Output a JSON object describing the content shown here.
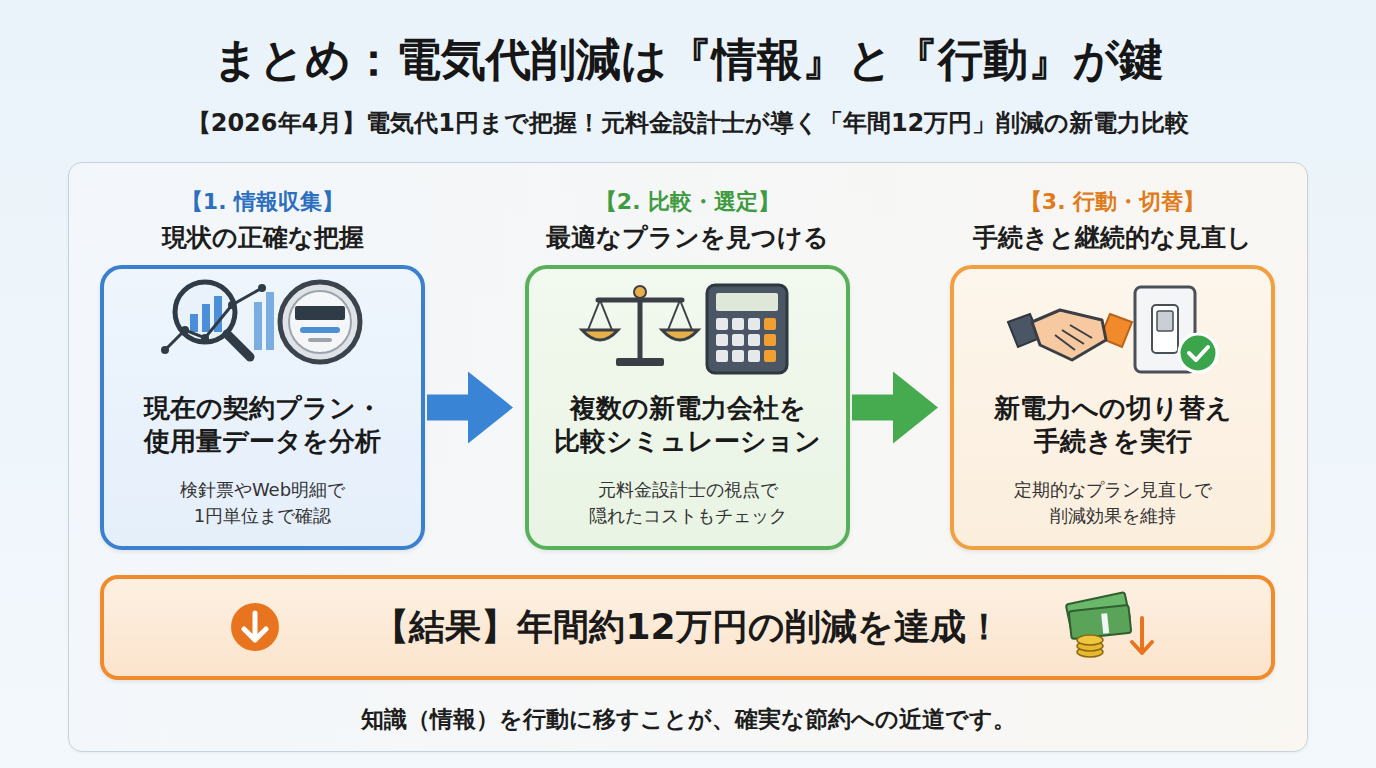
{
  "diagram": {
    "title": "まとめ：電気代削減は『情報』と『行動』が鍵",
    "nodes": [
      {
        "text": [
          "知識（情報）を行動に移すことが、確実な節約への近道です。"
        ]
      },
      {
        "text": [
          "【1. 情報収集】",
          "現状の正確な把握",
          "現在の契約プラン・ 使用量データを分析",
          "検針票やWeb明細で 1円単位まで確認"
        ],
        "in": 0
      },
      {
        "text": [
          "【2. 比較・選定】",
          "最適なプランを見つける",
          "複数の新電力会社を 比較シミュレーション",
          "元料金設計士の視点で 隠れたコストもチェック"
        ],
        "in": 0
      },
      {
        "text": [
          "【3. 行動・切替】",
          "手続きと継続的な見直し",
          "新電力への切り替え 手続きを実行",
          "定期的なプラン見直しで 削減効果を維持"
        ],
        "in": 0
      },
      {
        "text": [
          "【結果】年間約12万円の削減を達成！"
        ],
        "in": 0
      }
    ],
    "edges": [
      {
        "from": 1,
        "to": 2,
        "arrow": "to"
      },
      {
        "from": 2,
        "to": 3,
        "arrow": "to"
      }
    ],
    "labels": [
      "【2026年4月】電気代1円まで把握！元料金設計士が導く「年間12万円」削減の新電力比較"
    ]
  }
}
